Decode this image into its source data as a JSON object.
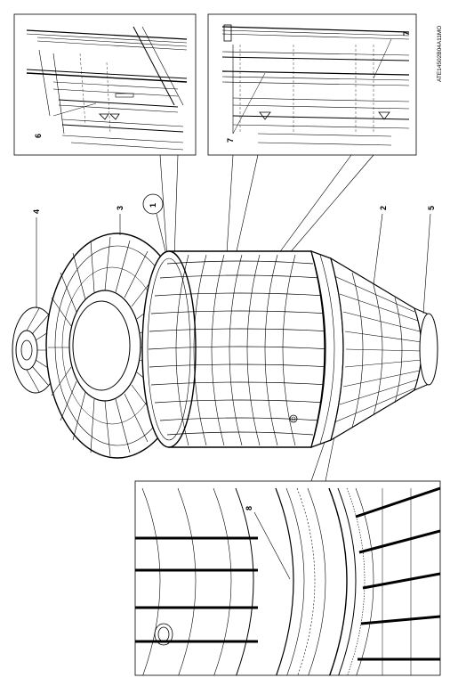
{
  "drawing_code": "ATE14502B04A11MO",
  "callouts": {
    "c1": "1",
    "c2": "2",
    "c3": "3",
    "c4": "4",
    "c5": "5",
    "c6": "6",
    "c7a": "7",
    "c7b": "7",
    "c8": "8"
  }
}
